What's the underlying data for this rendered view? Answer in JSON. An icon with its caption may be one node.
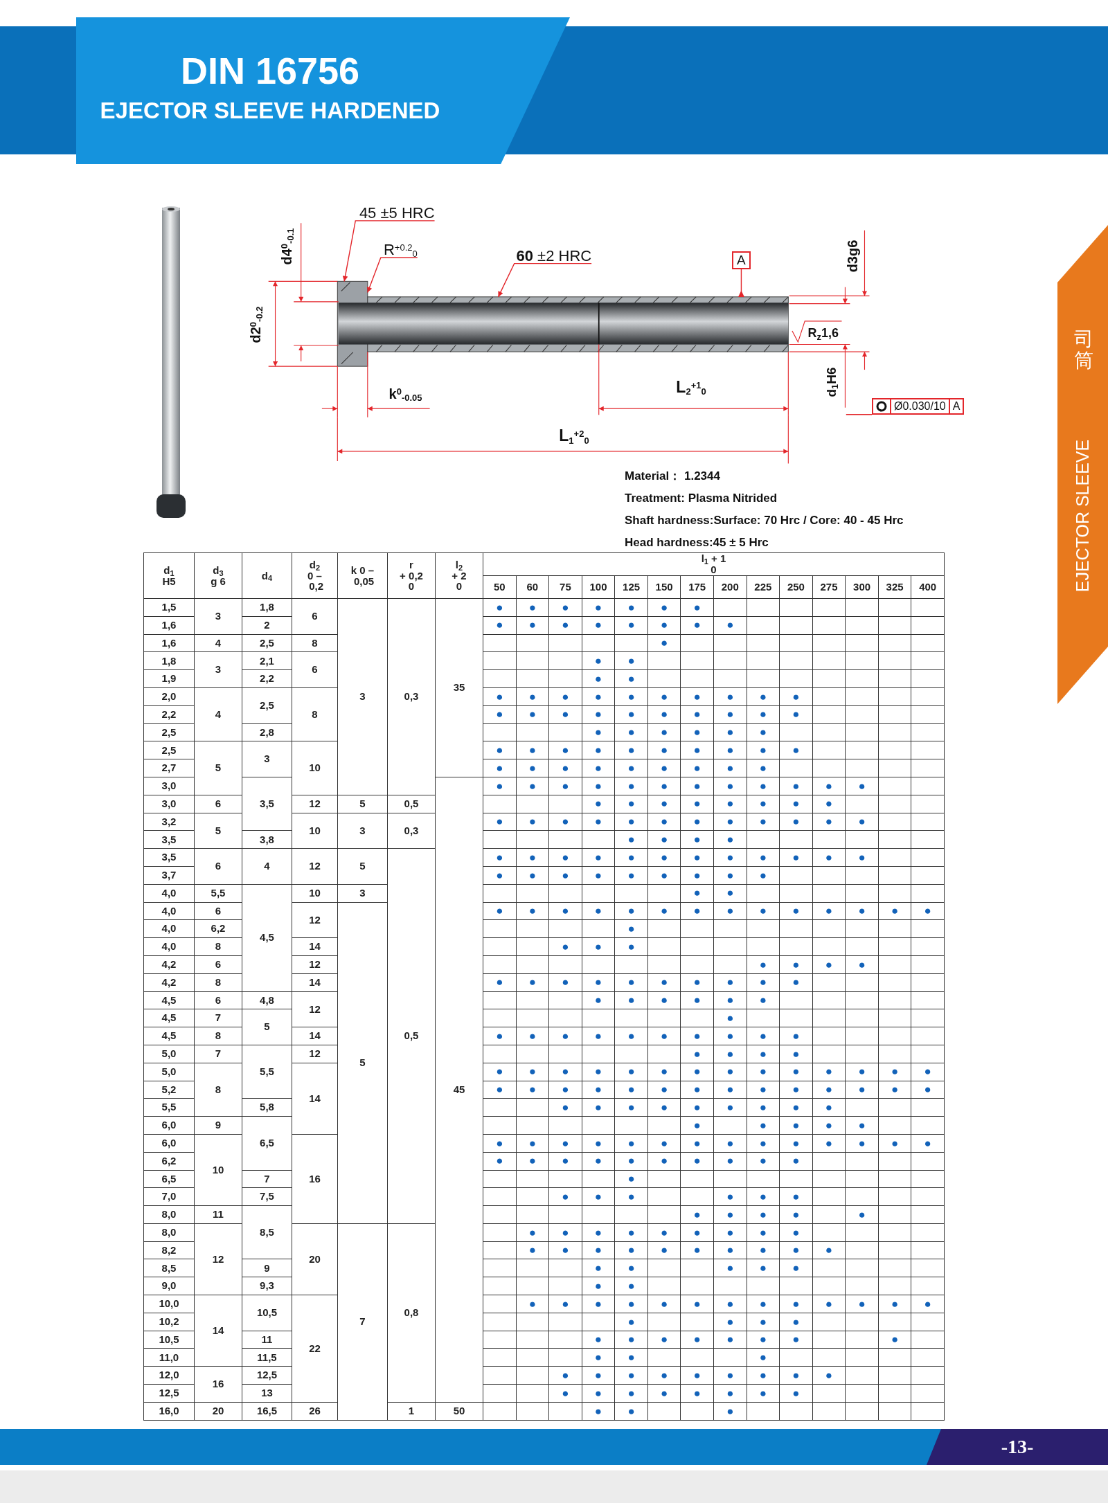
{
  "diagram": {
    "title": "DIN 16756",
    "nodes": [
      {
        "text": [
          "45 ±5 HRC"
        ]
      },
      {
        "text": [
          "R$^{+0.2}$$_{0}$"
        ]
      },
      {
        "text": [
          "**60** ±2 HRC"
        ]
      },
      {
        "text": [
          "A"
        ]
      },
      {
        "text": [
          "Ø0.030/10",
          "A"
        ]
      },
      {
        "text": [],
        "shape": "box"
      },
      {
        "text": [],
        "shape": "box"
      }
    ],
    "edges": [
      {
        "from": 0,
        "to": 5,
        "arrow": "to"
      },
      {
        "from": 1,
        "to": 5,
        "arrow": "to"
      },
      {
        "from": 2,
        "to": 6,
        "arrow": "to"
      },
      {
        "from": 3,
        "to": 6,
        "arrow": "other"
      },
      {
        "from": 4,
        "to": null,
        "arrow": "none"
      }
    ],
    "labels": [
      "EJECTOR SLEEVE HARDENED",
      "司筒",
      "EJECTOR SLEEVE",
      "d4$^{0}$$_{-0.1}$",
      "d2$^{0}$$_{-0.2}$",
      "d3g6",
      "R$_{z}$1,6",
      "d$_{1}$H6",
      "k$^{0}$$_{-0.05}$",
      "L$_{2}$$^{+1}$$_{0}$",
      "L$_{1}$$^{+2}$$_{0}$",
      "Material： 1.2344",
      "Treatment: Plasma Nitrided",
      "Shaft hardness:Surface: 70 Hrc / Core: 40 - 45 Hrc",
      "Head hardness:45 ± 5 Hrc",
      "d$_{1}$ H5",
      "d$_{3}$ g 6",
      "d$_{4}$",
      "d$_{2}$ 0 – 0,2",
      "k 0 – 0,05",
      "r + 0,2 0",
      "l$_{2}$ + 2 0",
      "l$_{1}$ + 1 0",
      "50",
      "60",
      "75",
      "100",
      "125",
      "150",
      "175",
      "200",
      "225",
      "250",
      "275",
      "300",
      "325",
      "400",
      "1,5",
      "3",
      "1,8",
      "6",
      "3",
      "0,3",
      "35",
      "●",
      "●",
      "●",
      "●",
      "●",
      "●",
      "●",
      "1,6",
      "2",
      "●",
      "●",
      "●",
      "●",
      "●",
      "●",
      "●",
      "●",
      "1,6",
      "4",
      "2,5",
      "8",
      "●",
      "1,8",
      "3",
      "2,1",
      "6",
      "●",
      "●",
      "1,9",
      "2,2",
      "●",
      "●",
      "2,0",
      "4",
      "2,5",
      "8",
      "●",
      "●",
      "●",
      "●",
      "●",
      "●",
      "●",
      "●",
      "●",
      "●",
      "2,2",
      "●",
      "●",
      "●",
      "●",
      "●",
      "●",
      "●",
      "●",
      "●",
      "●",
      "2,5",
      "2,8",
      "●",
      "●",
      "●",
      "●",
      "●",
      "●",
      "2,5",
      "5",
      "3",
      "10",
      "●",
      "●",
      "●",
      "●",
      "●",
      "●",
      "●",
      "●",
      "●",
      "●",
      "2,7",
      "●",
      "●",
      "●",
      "●",
      "●",
      "●",
      "●",
      "●",
      "●",
      "3,0",
      "3,5",
      "45",
      "●",
      "●",
      "●",
      "●",
      "●",
      "●",
      "●",
      "●",
      "●",
      "●",
      "●",
      "●",
      "3,0",
      "6",
      "12",
      "5",
      "0,5",
      "●",
      "●",
      "●",
      "●",
      "●",
      "●",
      "●",
      "●",
      "3,2",
      "5",
      "10",
      "3",
      "0,3",
      "●",
      "●",
      "●",
      "●",
      "●",
      "●",
      "●",
      "●",
      "●",
      "●",
      "●",
      "●",
      "3,5",
      "3,8",
      "●",
      "●",
      "●",
      "●",
      "3,5",
      "6",
      "4",
      "12",
      "5",
      "0,5",
      "●",
      "●",
      "●",
      "●",
      "●",
      "●",
      "●",
      "●",
      "●",
      "●",
      "●",
      "●",
      "3,7",
      "●",
      "●",
      "●",
      "●",
      "●",
      "●",
      "●",
      "●",
      "●",
      "4,0",
      "5,5",
      "4,5",
      "10",
      "3",
      "●",
      "●",
      "4,0",
      "6",
      "12",
      "5",
      "●",
      "●",
      "●",
      "●",
      "●",
      "●",
      "●",
      "●",
      "●",
      "●",
      "●",
      "●",
      "●",
      "●",
      "4,0",
      "6,2",
      "●",
      "4,0",
      "8",
      "14",
      "●",
      "●",
      "●",
      "4,2",
      "6",
      "12",
      "●",
      "●",
      "●",
      "●",
      "4,2",
      "8",
      "14",
      "●",
      "●",
      "●",
      "●",
      "●",
      "●",
      "●",
      "●",
      "●",
      "●",
      "4,5",
      "6",
      "4,8",
      "12",
      "●",
      "●",
      "●",
      "●",
      "●",
      "●",
      "4,5",
      "7",
      "5",
      "●",
      "4,5",
      "8",
      "14",
      "●",
      "●",
      "●",
      "●",
      "●",
      "●",
      "●",
      "●",
      "●",
      "●",
      "5,0",
      "7",
      "5,5",
      "12",
      "●",
      "●",
      "●",
      "●",
      "5,0",
      "8",
      "14",
      "●",
      "●",
      "●",
      "●",
      "●",
      "●",
      "●",
      "●",
      "●",
      "●",
      "●",
      "●",
      "●",
      "●",
      "5,2",
      "●",
      "●",
      "●",
      "●",
      "●",
      "●",
      "●",
      "●",
      "●",
      "●",
      "●",
      "●",
      "●",
      "●",
      "5,5",
      "5,8",
      "●",
      "●",
      "●",
      "●",
      "●",
      "●",
      "●",
      "●",
      "●",
      "6,0",
      "9",
      "6,5",
      "●",
      "●",
      "●",
      "●",
      "●",
      "6,0",
      "10",
      "16",
      "●",
      "●",
      "●",
      "●",
      "●",
      "●",
      "●",
      "●",
      "●",
      "●",
      "●",
      "●",
      "●",
      "●",
      "6,2",
      "●",
      "●",
      "●",
      "●",
      "●",
      "●",
      "●",
      "●",
      "●",
      "●",
      "6,5",
      "7",
      "●",
      "7,0",
      "7,5",
      "●",
      "●",
      "●",
      "●",
      "●",
      "●",
      "8,0",
      "11",
      "8,5",
      "●",
      "●",
      "●",
      "●",
      "●",
      "8,0",
      "12",
      "20",
      "7",
      "0,8",
      "●",
      "●",
      "●",
      "●",
      "●",
      "●",
      "●",
      "●",
      "●",
      "8,2",
      "●",
      "●",
      "●",
      "●",
      "●",
      "●",
      "●",
      "●",
      "●",
      "●",
      "8,5",
      "9",
      "●",
      "●",
      "●",
      "●",
      "●",
      "9,0",
      "9,3",
      "●",
      "●",
      "10,0",
      "14",
      "10,5",
      "22",
      "●",
      "●",
      "●",
      "●",
      "●",
      "●",
      "●",
      "●",
      "●",
      "●",
      "●",
      "●",
      "●",
      "10,2",
      "●",
      "●",
      "●",
      "●",
      "10,5",
      "11",
      "●",
      "●",
      "●",
      "●",
      "●",
      "●",
      "●",
      "●",
      "11,0",
      "11,5",
      "●",
      "●",
      "●",
      "12,0",
      "16",
      "12,5",
      "●",
      "●",
      "●",
      "●",
      "●",
      "●",
      "●",
      "●",
      "●",
      "12,5",
      "13",
      "●",
      "●",
      "●",
      "●",
      "●",
      "●",
      "●",
      "●",
      "16,0",
      "20",
      "16,5",
      "26",
      "1",
      "50",
      "●",
      "●",
      "●",
      "-13-"
    ]
  }
}
